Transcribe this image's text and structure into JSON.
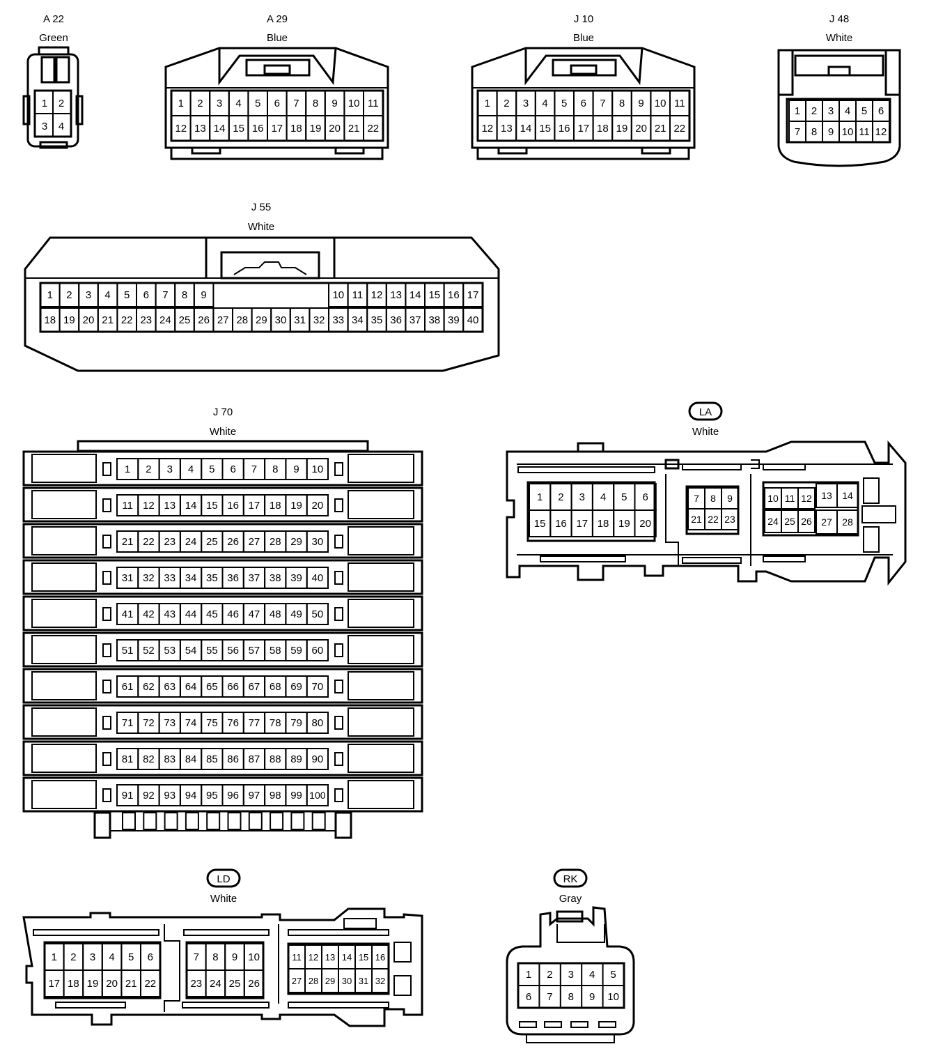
{
  "connectors": [
    {
      "id": "A 22",
      "color": "Green",
      "pins": [
        "1",
        "2",
        "3",
        "4"
      ]
    },
    {
      "id": "A 29",
      "color": "Blue",
      "pins": [
        "1",
        "2",
        "3",
        "4",
        "5",
        "6",
        "7",
        "8",
        "9",
        "10",
        "11",
        "12",
        "13",
        "14",
        "15",
        "16",
        "17",
        "18",
        "19",
        "20",
        "21",
        "22"
      ]
    },
    {
      "id": "J 10",
      "color": "Blue",
      "pins": [
        "1",
        "2",
        "3",
        "4",
        "5",
        "6",
        "7",
        "8",
        "9",
        "10",
        "11",
        "12",
        "13",
        "14",
        "15",
        "16",
        "17",
        "18",
        "19",
        "20",
        "21",
        "22"
      ]
    },
    {
      "id": "J 48",
      "color": "White",
      "pins": [
        "1",
        "2",
        "3",
        "4",
        "5",
        "6",
        "7",
        "8",
        "9",
        "10",
        "11",
        "12"
      ]
    },
    {
      "id": "J 55",
      "color": "White",
      "pins": [
        "1",
        "2",
        "3",
        "4",
        "5",
        "6",
        "7",
        "8",
        "9",
        "10",
        "11",
        "12",
        "13",
        "14",
        "15",
        "16",
        "17",
        "18",
        "19",
        "20",
        "21",
        "22",
        "23",
        "24",
        "25",
        "26",
        "27",
        "28",
        "29",
        "30",
        "31",
        "32",
        "33",
        "34",
        "35",
        "36",
        "37",
        "38",
        "39",
        "40"
      ]
    },
    {
      "id": "J 70",
      "color": "White",
      "pin_range": [
        "1",
        "100"
      ]
    },
    {
      "id": "LA",
      "color": "White",
      "pins": [
        "1",
        "2",
        "3",
        "4",
        "5",
        "6",
        "15",
        "16",
        "17",
        "18",
        "19",
        "20",
        "7",
        "8",
        "9",
        "21",
        "22",
        "23",
        "10",
        "11",
        "12",
        "13",
        "14",
        "24",
        "25",
        "26",
        "27",
        "28"
      ]
    },
    {
      "id": "LD",
      "color": "White",
      "pins": [
        "1",
        "2",
        "3",
        "4",
        "5",
        "6",
        "17",
        "18",
        "19",
        "20",
        "21",
        "22",
        "7",
        "8",
        "9",
        "10",
        "23",
        "24",
        "25",
        "26",
        "11",
        "12",
        "13",
        "14",
        "15",
        "16",
        "27",
        "28",
        "29",
        "30",
        "31",
        "32"
      ]
    },
    {
      "id": "RK",
      "color": "Gray",
      "pins": [
        "1",
        "2",
        "3",
        "4",
        "5",
        "6",
        "7",
        "8",
        "9",
        "10"
      ]
    }
  ]
}
